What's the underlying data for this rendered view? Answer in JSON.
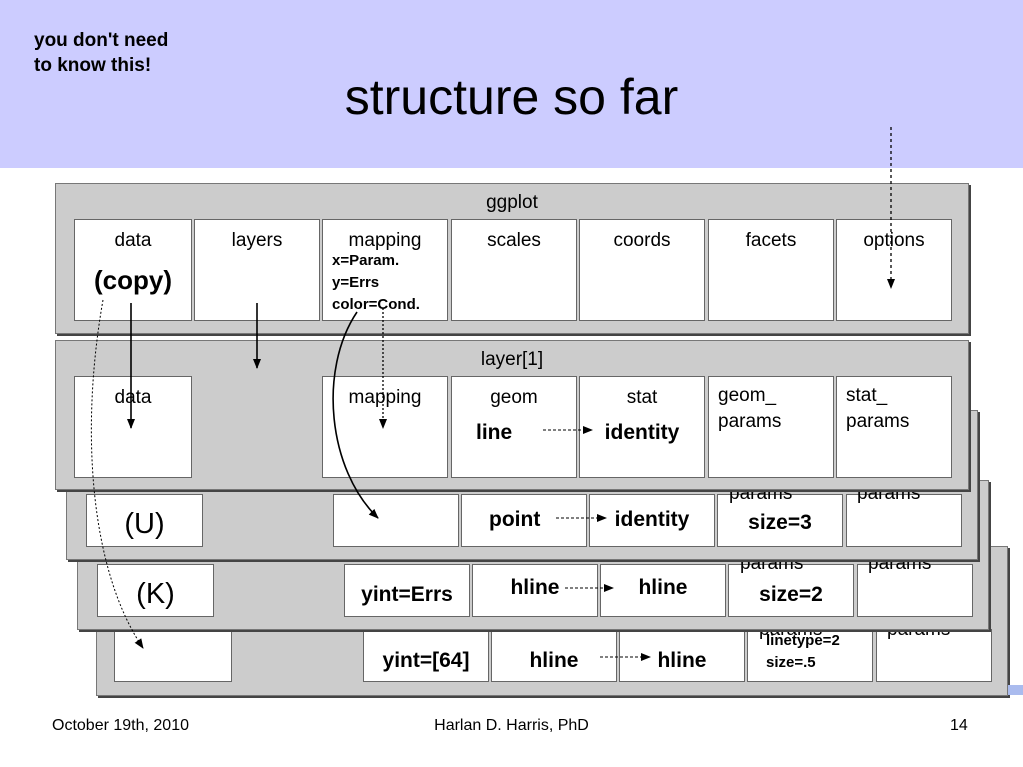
{
  "note": {
    "line1": "you don't need",
    "line2": "to know this!"
  },
  "title": "structure so far",
  "ggplot": {
    "title": "ggplot",
    "slots": [
      "data",
      "layers",
      "mapping",
      "scales",
      "coords",
      "facets",
      "options"
    ],
    "data_value": "(copy)",
    "mapping_values": [
      "x=Param.",
      "y=Errs",
      "color=Cond."
    ]
  },
  "layer1": {
    "title": "layer[1]",
    "data": "data",
    "mapping": "mapping",
    "geom": "geom",
    "stat": "stat",
    "geom_params": [
      "geom_",
      "params"
    ],
    "stat_params": [
      "stat_",
      "params"
    ],
    "geom_value": "line",
    "stat_value": "identity"
  },
  "layer2": {
    "data": "(U)",
    "geom": "point",
    "stat": "identity",
    "geom_params_header": "params",
    "stat_params_header": "params",
    "geom_params_value": "size=3"
  },
  "layer3": {
    "data": "(K)",
    "mapping": "yint=Errs",
    "geom": "hline",
    "stat": "hline",
    "geom_params_header": "params",
    "stat_params_header": "params",
    "geom_params_value": "size=2"
  },
  "layer4": {
    "mapping": "yint=[64]",
    "geom": "hline",
    "stat": "hline",
    "geom_params_header": "params",
    "stat_params_header": "params",
    "geom_params_values": [
      "linetype=2",
      "size=.5"
    ]
  },
  "footer": {
    "date": "October 19th, 2010",
    "author": "Harlan D. Harris, PhD",
    "page": "14"
  }
}
